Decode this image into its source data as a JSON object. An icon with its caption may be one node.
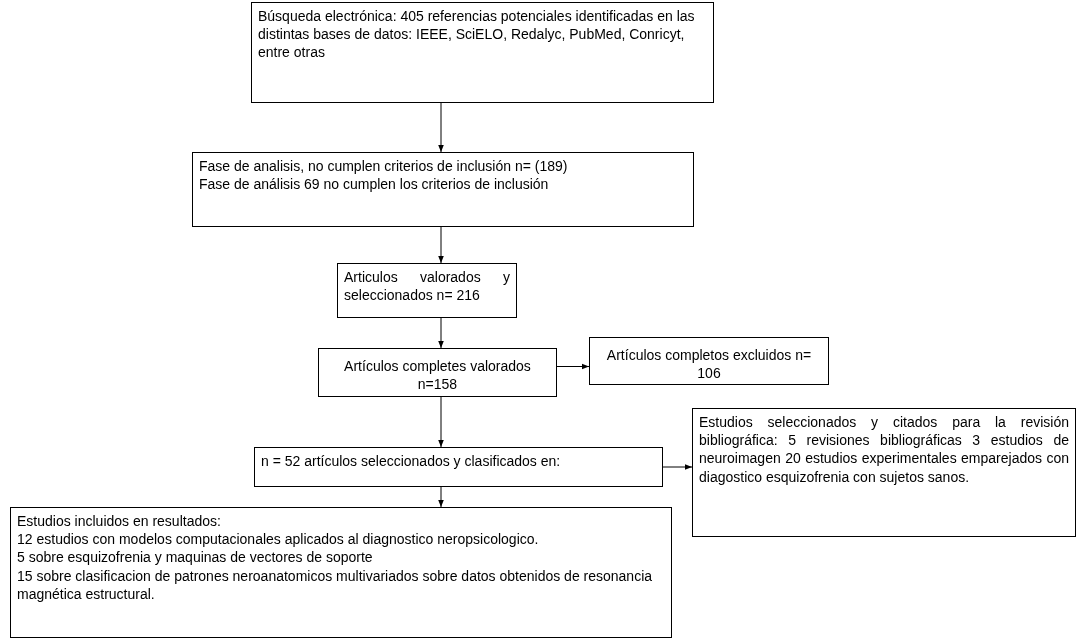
{
  "diagram": {
    "nodes": [
      {
        "text": [
          "Búsqueda electrónica: 405 referencias potenciales identificadas en las distintas bases de datos: IEEE, SciELO, Redalyc, PubMed, Conricyt, entre otras"
        ]
      },
      {
        "text": [
          "Fase de analisis, no cumplen criterios de inclusión n= (189)",
          "Fase de análisis 69 no cumplen los criterios de inclusión"
        ]
      },
      {
        "text": [
          "Articulos valorados y seleccionados n= 216"
        ]
      },
      {
        "text": [
          "Artículos completes valorados n=158"
        ]
      },
      {
        "text": [
          "Artículos completos excluidos n= 106"
        ]
      },
      {
        "text": [
          "Estudios seleccionados y citados para la revisión bibliográfica: 5 revisiones bibliográficas 3 estudios de neuroimagen 20 estudios experimentales emparejados con diagostico esquizofrenia con sujetos sanos."
        ]
      },
      {
        "text": [
          "n =  52 artículos seleccionados y clasificados en:"
        ]
      },
      {
        "text": [
          "Estudios incluidos en resultados:",
          "12 estudios con modelos computacionales aplicados al diagnostico neropsicologico.",
          "5 sobre esquizofrenia y maquinas de vectores de soporte",
          "15 sobre clasificacion de patrones neroanatomicos multivariados sobre datos obtenidos de resonancia magnética estructural."
        ]
      }
    ],
    "edges": [
      {
        "from": 0,
        "to": 1,
        "arrow": "to"
      },
      {
        "from": 1,
        "to": 2,
        "arrow": "to"
      },
      {
        "from": 2,
        "to": 3,
        "arrow": "to"
      },
      {
        "from": 3,
        "to": 4,
        "arrow": "to"
      },
      {
        "from": 3,
        "to": 6,
        "arrow": "to"
      },
      {
        "from": 6,
        "to": 5,
        "arrow": "to"
      },
      {
        "from": 6,
        "to": 7,
        "arrow": "to"
      }
    ]
  }
}
